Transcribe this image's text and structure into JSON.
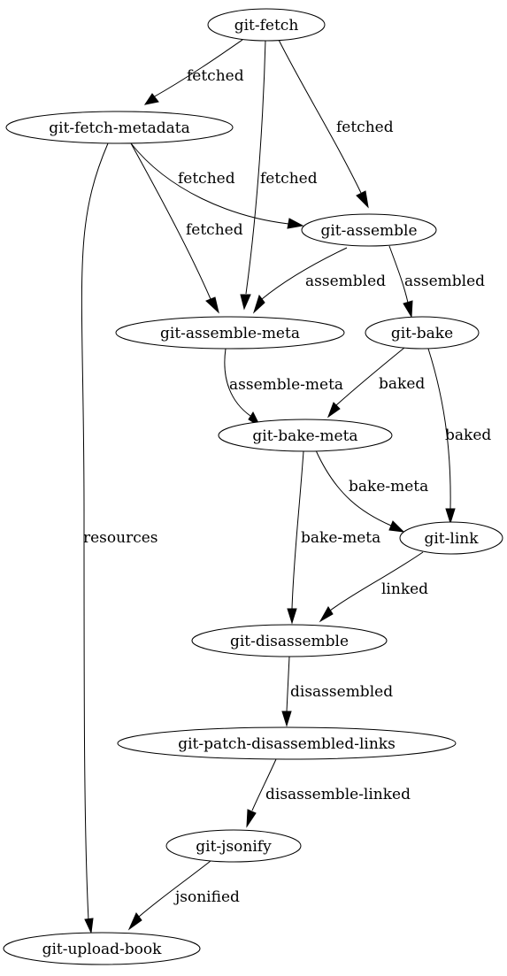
{
  "diagram": {
    "type": "directed-graph",
    "nodes": [
      {
        "id": "fetch",
        "label": "git-fetch"
      },
      {
        "id": "fetch_meta",
        "label": "git-fetch-metadata"
      },
      {
        "id": "assemble",
        "label": "git-assemble"
      },
      {
        "id": "assemble_meta",
        "label": "git-assemble-meta"
      },
      {
        "id": "bake",
        "label": "git-bake"
      },
      {
        "id": "bake_meta",
        "label": "git-bake-meta"
      },
      {
        "id": "link",
        "label": "git-link"
      },
      {
        "id": "disassemble",
        "label": "git-disassemble"
      },
      {
        "id": "patch",
        "label": "git-patch-disassembled-links"
      },
      {
        "id": "jsonify",
        "label": "git-jsonify"
      },
      {
        "id": "upload",
        "label": "git-upload-book"
      }
    ],
    "edges": [
      {
        "id": "e1",
        "from": "fetch",
        "to": "fetch_meta",
        "label": "fetched"
      },
      {
        "id": "e2",
        "from": "fetch",
        "to": "assemble_meta",
        "label": "fetched"
      },
      {
        "id": "e3",
        "from": "fetch",
        "to": "assemble",
        "label": "fetched"
      },
      {
        "id": "e4",
        "from": "fetch_meta",
        "to": "assemble",
        "label": "fetched"
      },
      {
        "id": "e5",
        "from": "fetch_meta",
        "to": "assemble_meta",
        "label": "fetched"
      },
      {
        "id": "e6",
        "from": "fetch_meta",
        "to": "upload",
        "label": "resources"
      },
      {
        "id": "e7",
        "from": "assemble",
        "to": "assemble_meta",
        "label": "assembled"
      },
      {
        "id": "e8",
        "from": "assemble",
        "to": "bake",
        "label": "assembled"
      },
      {
        "id": "e9",
        "from": "assemble_meta",
        "to": "bake_meta",
        "label": "assemble-meta"
      },
      {
        "id": "e10",
        "from": "bake",
        "to": "bake_meta",
        "label": "baked"
      },
      {
        "id": "e11",
        "from": "bake",
        "to": "link",
        "label": "baked"
      },
      {
        "id": "e12",
        "from": "bake_meta",
        "to": "link",
        "label": "bake-meta"
      },
      {
        "id": "e13",
        "from": "bake_meta",
        "to": "disassemble",
        "label": "bake-meta"
      },
      {
        "id": "e14",
        "from": "link",
        "to": "disassemble",
        "label": "linked"
      },
      {
        "id": "e15",
        "from": "disassemble",
        "to": "patch",
        "label": "disassembled"
      },
      {
        "id": "e16",
        "from": "patch",
        "to": "jsonify",
        "label": "disassemble-linked"
      },
      {
        "id": "e17",
        "from": "jsonify",
        "to": "upload",
        "label": "jsonified"
      }
    ]
  }
}
